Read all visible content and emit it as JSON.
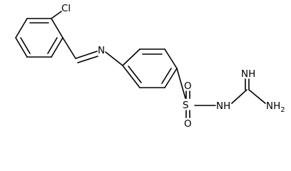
{
  "molecule": {
    "atoms": {
      "cl": "Cl",
      "n_imine": "N",
      "s": "S",
      "o_top": "O",
      "o_bottom": "O",
      "nh_amide": "NH",
      "nh_imine": "NH",
      "nh2": "NH",
      "nh2_sub": "2"
    },
    "colors": {
      "bond": "#000000",
      "label": "#000000",
      "background": "#ffffff"
    }
  }
}
